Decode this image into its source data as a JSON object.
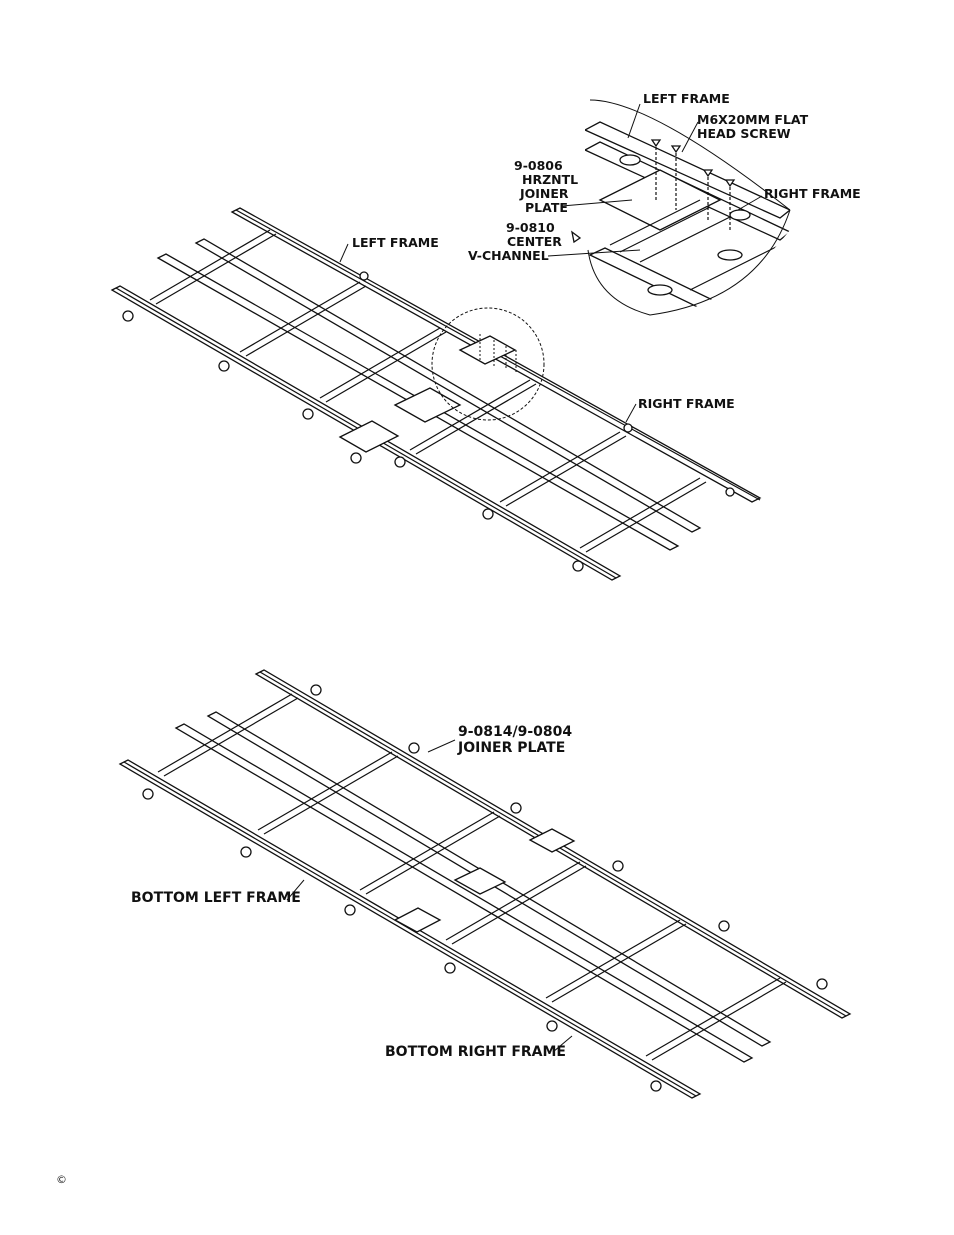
{
  "top_assembly": {
    "labels": {
      "left_frame": "LEFT FRAME",
      "right_frame": "RIGHT FRAME"
    },
    "detail": {
      "left_frame": "LEFT FRAME",
      "screw_line1": "M6X20MM FLAT",
      "screw_line2": "HEAD SCREW",
      "plate_line1": "9-0806",
      "plate_line2": "HRZNTL",
      "plate_line3": "JOINER",
      "plate_line4": "PLATE",
      "channel_line1": "9-0810",
      "channel_line2": "CENTER",
      "channel_line3": "V-CHANNEL",
      "right_frame": "RIGHT FRAME"
    }
  },
  "bottom_assembly": {
    "labels": {
      "joiner_line1": "9-0814/9-0804",
      "joiner_line2": "JOINER PLATE",
      "bottom_left_frame": "BOTTOM LEFT FRAME",
      "bottom_right_frame": "BOTTOM RIGHT FRAME"
    }
  },
  "footer": {
    "copyright": "©"
  }
}
